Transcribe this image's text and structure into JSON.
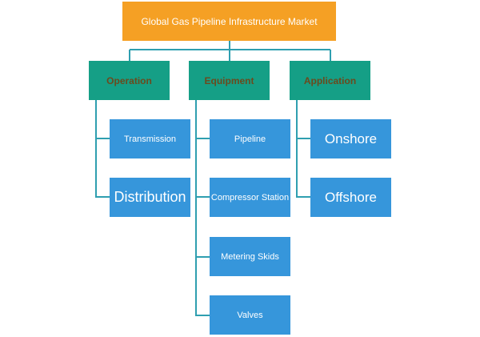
{
  "diagram": {
    "root": {
      "label": "Global Gas Pipeline Infrastructure Market"
    },
    "categories": [
      {
        "label": "Operation",
        "items": [
          "Transmission",
          "Distribution"
        ]
      },
      {
        "label": "Equipment",
        "items": [
          "Pipeline",
          "Compressor Station",
          "Metering Skids",
          "Valves"
        ]
      },
      {
        "label": "Application",
        "items": [
          "Onshore",
          "Offshore"
        ]
      }
    ],
    "colors": {
      "root": "#f5a024",
      "category": "#159f86",
      "category_text": "#6b4a1e",
      "leaf": "#3696db",
      "connector": "#2f9fb0"
    }
  }
}
